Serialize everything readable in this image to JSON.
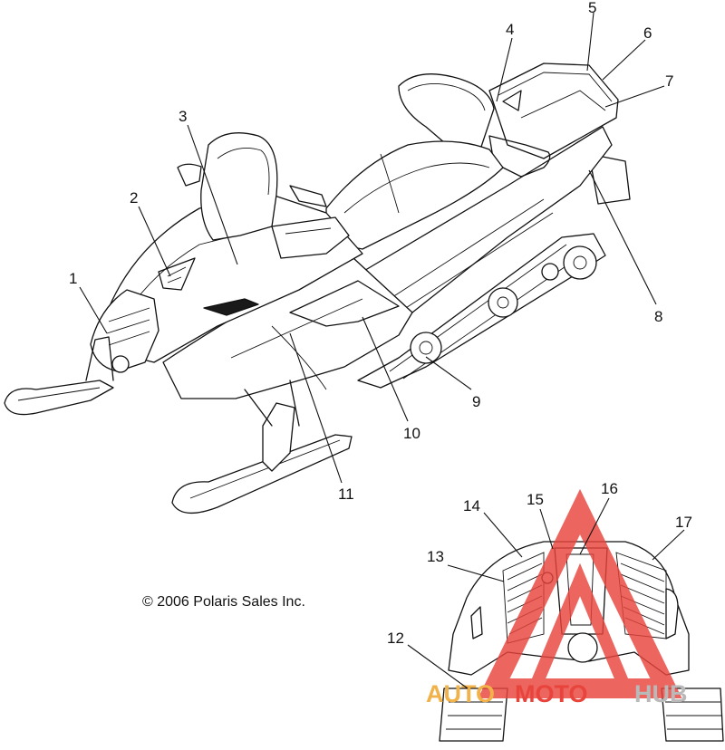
{
  "copyright": "© 2006 Polaris Sales Inc.",
  "callouts": [
    {
      "number": "1"
    },
    {
      "number": "2"
    },
    {
      "number": "3"
    },
    {
      "number": "4"
    },
    {
      "number": "5"
    },
    {
      "number": "6"
    },
    {
      "number": "7"
    },
    {
      "number": "8"
    },
    {
      "number": "9"
    },
    {
      "number": "10"
    },
    {
      "number": "11"
    },
    {
      "number": "12"
    },
    {
      "number": "13"
    },
    {
      "number": "14"
    },
    {
      "number": "15"
    },
    {
      "number": "16"
    },
    {
      "number": "17"
    }
  ],
  "watermark": {
    "part1": "AUTO",
    "part2": "MOTO",
    "part3": "HUB",
    "color_auto": "#f2b24a",
    "color_moto": "#e8443c",
    "color_hub": "#b9b9b9",
    "logo_color": "#e8443c"
  }
}
